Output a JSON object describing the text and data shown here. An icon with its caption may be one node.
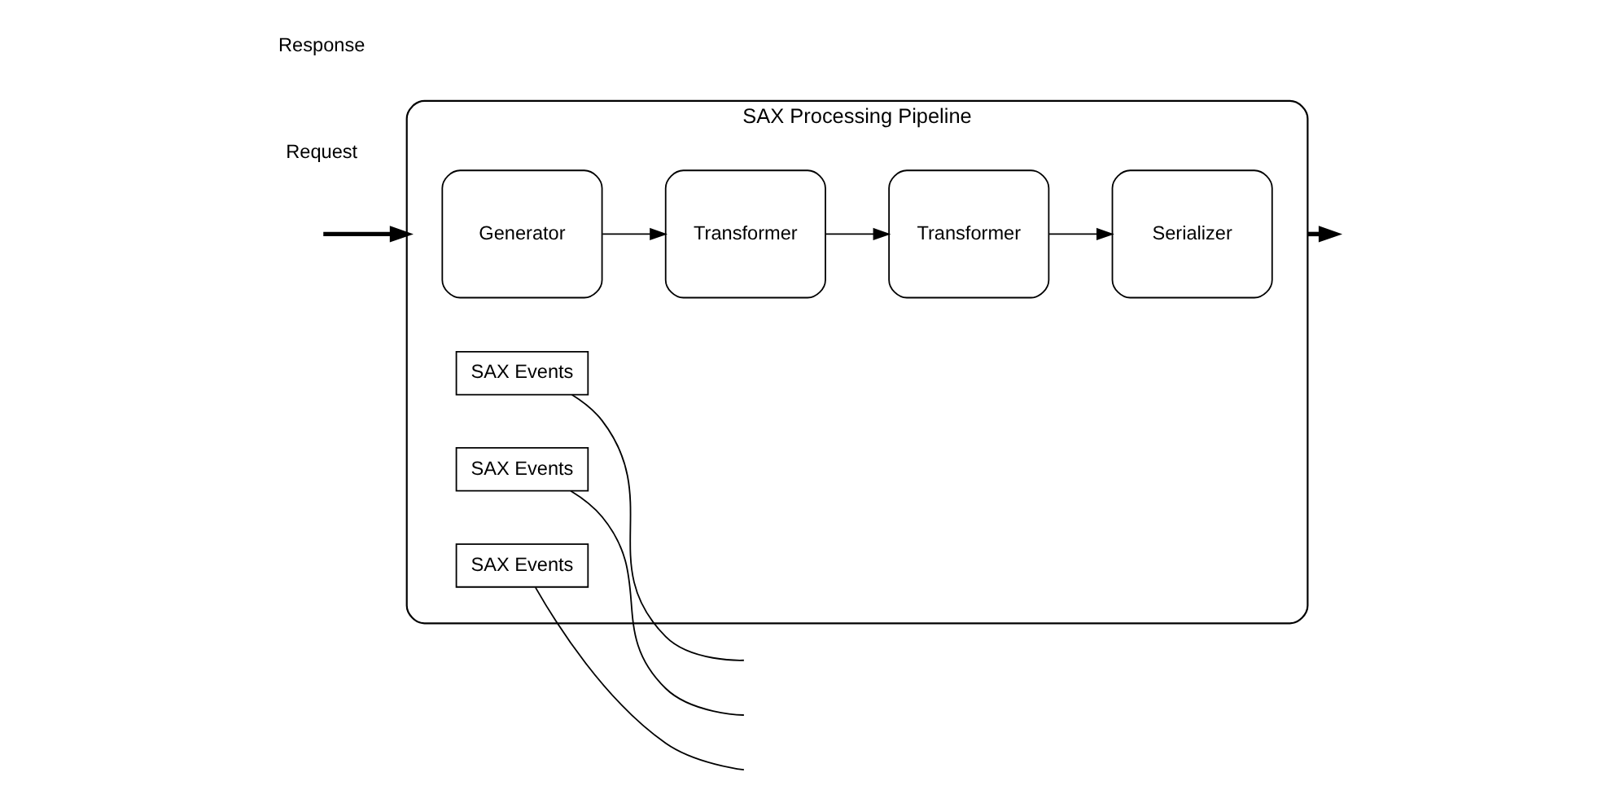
{
  "diagram": {
    "nodes": [
      {
        "text": [
          "SAX Processing Pipeline"
        ]
      },
      {
        "text": [
          "Generator"
        ],
        "in": 0
      },
      {
        "text": [
          "Transformer"
        ],
        "in": 0
      },
      {
        "text": [
          "Transformer"
        ],
        "in": 0
      },
      {
        "text": [
          "Serializer"
        ],
        "in": 0
      },
      {
        "text": [
          "SAX Events"
        ],
        "in": 0
      },
      {
        "text": [
          "SAX Events"
        ],
        "in": 0
      },
      {
        "text": [
          "SAX Events"
        ],
        "in": 0
      }
    ],
    "edges": [
      {
        "from": null,
        "to": 0,
        "arrow": "to",
        "style": "thick"
      },
      {
        "from": 1,
        "to": 2,
        "arrow": "to"
      },
      {
        "from": 2,
        "to": 3,
        "arrow": "to"
      },
      {
        "from": 3,
        "to": 4,
        "arrow": "to"
      },
      {
        "from": 5,
        "to": null,
        "arrow": "none"
      },
      {
        "from": 6,
        "to": null,
        "arrow": "none"
      },
      {
        "from": 7,
        "to": null,
        "arrow": "none"
      },
      {
        "from": 0,
        "to": null,
        "arrow": "to",
        "style": "thick"
      }
    ],
    "labels": [
      "Request",
      "Response"
    ]
  }
}
